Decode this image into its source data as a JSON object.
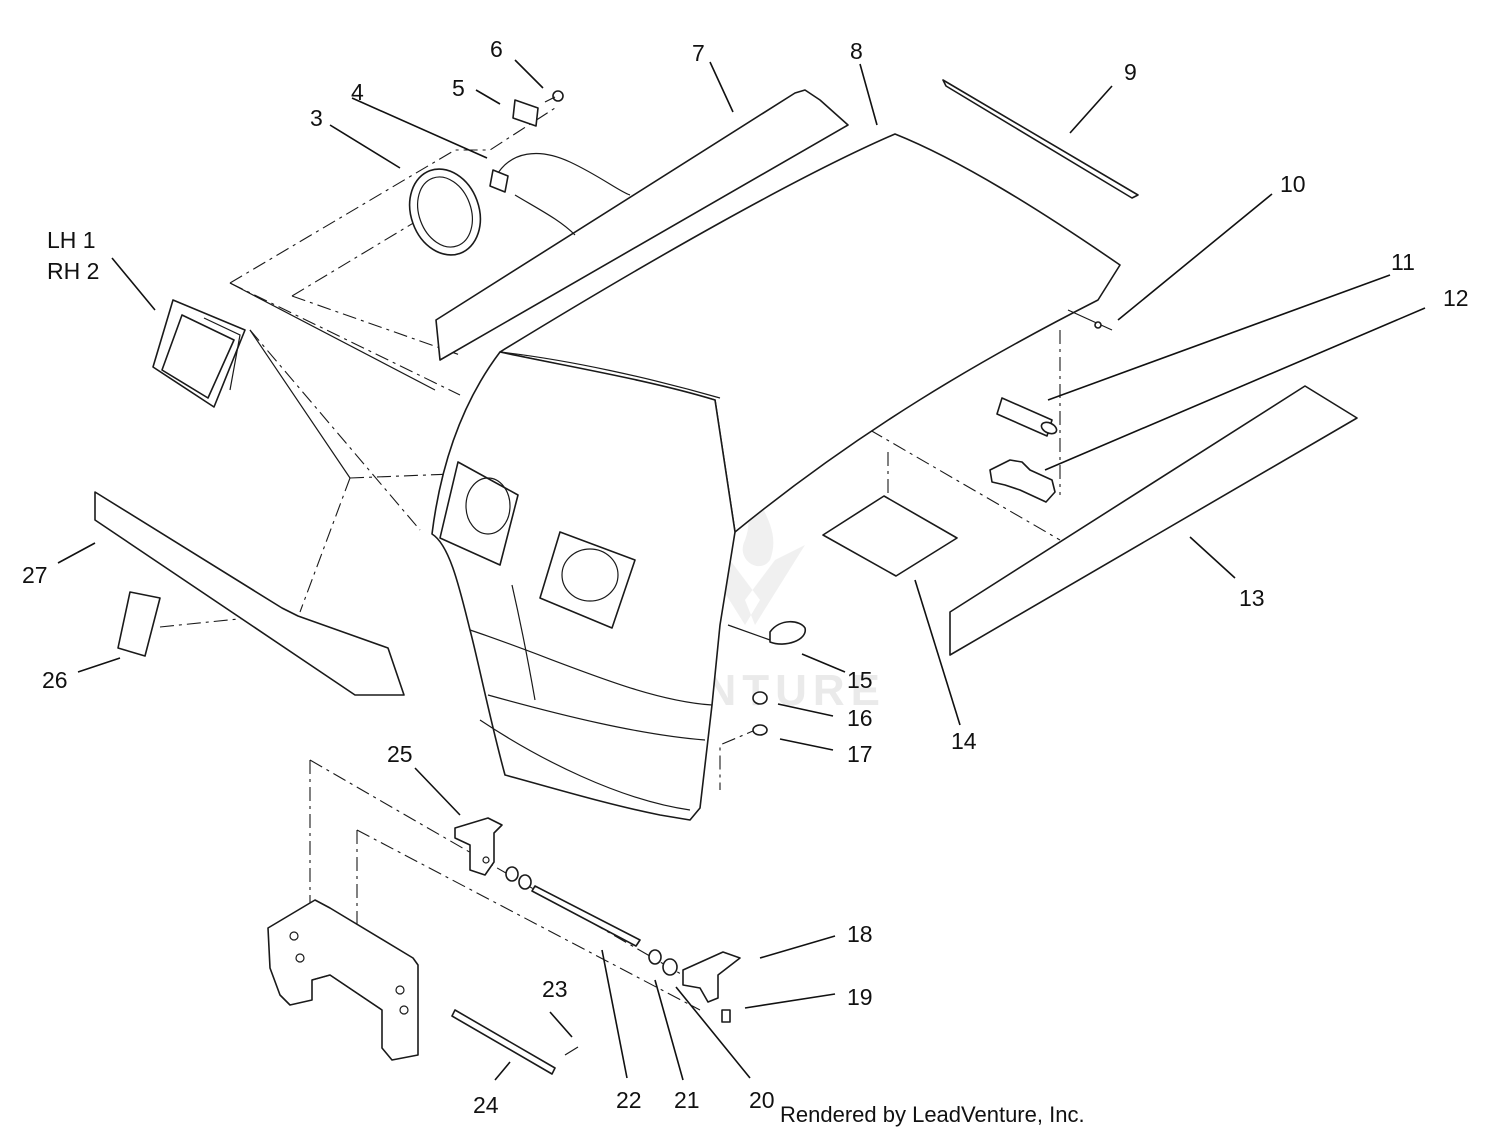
{
  "diagram": {
    "callouts": [
      {
        "id": "lh1",
        "text": "LH 1"
      },
      {
        "id": "rh2",
        "text": "RH 2"
      },
      {
        "id": "c3",
        "text": "3"
      },
      {
        "id": "c4",
        "text": "4"
      },
      {
        "id": "c5",
        "text": "5"
      },
      {
        "id": "c6",
        "text": "6"
      },
      {
        "id": "c7",
        "text": "7"
      },
      {
        "id": "c8",
        "text": "8"
      },
      {
        "id": "c9",
        "text": "9"
      },
      {
        "id": "c10",
        "text": "10"
      },
      {
        "id": "c11",
        "text": "11"
      },
      {
        "id": "c12",
        "text": "12"
      },
      {
        "id": "c13",
        "text": "13"
      },
      {
        "id": "c14",
        "text": "14"
      },
      {
        "id": "c15",
        "text": "15"
      },
      {
        "id": "c16",
        "text": "16"
      },
      {
        "id": "c17",
        "text": "17"
      },
      {
        "id": "c18",
        "text": "18"
      },
      {
        "id": "c19",
        "text": "19"
      },
      {
        "id": "c20",
        "text": "20"
      },
      {
        "id": "c21",
        "text": "21"
      },
      {
        "id": "c22",
        "text": "22"
      },
      {
        "id": "c23",
        "text": "23"
      },
      {
        "id": "c24",
        "text": "24"
      },
      {
        "id": "c25",
        "text": "25"
      },
      {
        "id": "c26",
        "text": "26"
      },
      {
        "id": "c27",
        "text": "27"
      }
    ],
    "credit": "Rendered by LeadVenture, Inc.",
    "watermark": "LEADVENTURE"
  }
}
